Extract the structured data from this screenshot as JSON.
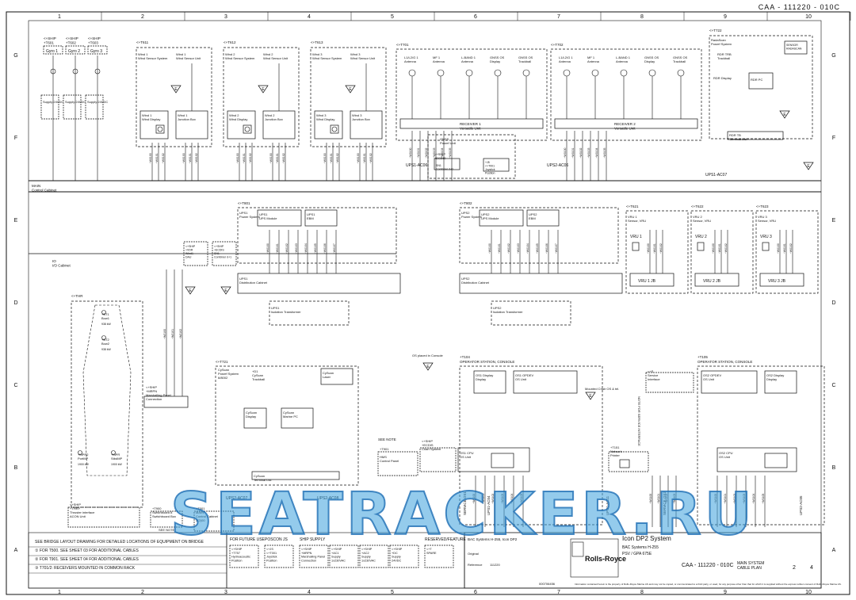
{
  "doc_number": "CAA - 111220 - 010C",
  "grid_cols": [
    "1",
    "2",
    "3",
    "4",
    "5",
    "6",
    "7",
    "8",
    "9",
    "10"
  ],
  "grid_rows": [
    "G",
    "F",
    "E",
    "D",
    "C",
    "B",
    "A"
  ],
  "units": {
    "gyros": [
      {
        "tag": "<+SHIP\n+T601",
        "name": "Gyro 1",
        "supply": "Supply 24VDC"
      },
      {
        "tag": "<+SHIP\n+T602",
        "name": "Gyro 2",
        "supply": "Supply 24VDC"
      },
      {
        "tag": "<+SHIP\n+T603",
        "name": "Gyro 3",
        "supply": "Supply 24VDC"
      }
    ],
    "winds": [
      {
        "tag": "<+T611",
        "system": "Wind 1\nWind Sensor System",
        "unit": "Wind 1\nWind Sensor Unit",
        "display": "Wind 1\nWind Display",
        "jb": "Wind 1\nJunction Box"
      },
      {
        "tag": "<+T612",
        "system": "Wind 2\nWind Sensor System",
        "unit": "Wind 2\nWind Sensor Unit",
        "display": "Wind 2\nWind Display",
        "jb": "Wind 2\nJunction Box"
      },
      {
        "tag": "<+T613",
        "system": "Wind 3\nWind Sensor System",
        "unit": "Wind 3\nWind Sensor Unit",
        "display": "Wind 3\nWind Display",
        "jb": "Wind 3\nJunction Box"
      }
    ],
    "receivers": [
      {
        "tag": "<+T701",
        "name": "RECEIVER 1\nVersatile Unit",
        "antennas": [
          "L1/L2/G 1\nAntenna",
          "MF 1\nAntenna",
          "L-BAND 1\nAntenna",
          "GNSS OS\nDisplay",
          "GNSS OS\nTrackball"
        ]
      },
      {
        "tag": "<+T702",
        "name": "RECEIVER 2\nVersatile Unit",
        "antennas": [
          "L1/L2/G 1\nAntenna",
          "MF 1\nAntenna",
          "L-BAND 1\nAntenna",
          "GNSS OS\nDisplay",
          "GNSS OS\nTrackball"
        ]
      }
    ],
    "radascan": {
      "tag": "<+T722",
      "name": "RadaScan\nPosref System",
      "sensor": "SENSOR\nRADASCAN",
      "rdr_trb": "RDR TRB\nTrackball",
      "rdr_display": "RDR Display",
      "rdr_pc": "RDR PC",
      "rdr_tb": "RDR TB\nTerminal List"
    },
    "main_cabinet": "MAIN\nControl Cabinet",
    "io_cabinet": "IO\nI/O Cabinet",
    "ups": [
      {
        "tag": "<+T801",
        "system": "UPS1\nPower System",
        "module": "UPS1\nUPS Module",
        "ebm": "UPS1\nEBM",
        "dist": "UPS1\nDistribution Cabinet",
        "iso": "UPS1\nIsolation Transformer"
      },
      {
        "tag": "<+T802",
        "system": "UPS2\nPower System",
        "module": "UPS2\nUPS Module",
        "ebm": "UPS2\nEBM",
        "dist": "UPS2\nDistribution Cabinet",
        "iso": "UPS2\nIsolation Transformer"
      }
    ],
    "vrus": [
      {
        "tag": "<+T621",
        "system": "VRU 1\nSensor, VRU",
        "name": "VRU 1",
        "jb": "VRU 1 JB"
      },
      {
        "tag": "<+T622",
        "system": "VRU 2\nSensor, VRU",
        "name": "VRU 2",
        "jb": "VRU 2 JB"
      },
      {
        "tag": "<+T623",
        "system": "VRU 3\nSensor, VRU",
        "name": "VRU 3",
        "jb": "VRU 3 JB"
      }
    ],
    "gnss_posref": "GNSS\nPosref Unit",
    "ecdis": "<+SHIP\n+ECDIS",
    "sn1": "SN1\nCombiner d+1",
    "joystick": "+J5\n<+T001\nJoystick\nPosition",
    "wind1_ship": "<+SHIP\n+VDR\nWind1\nDAU",
    "sn1_ship": "<+SHIP\n+ECDIS\nSN1\nCombiner d+1",
    "thr": "<+THR",
    "thrusters": [
      {
        "name": "+BT1\nBow1",
        "rating": "938 kW"
      },
      {
        "name": "+BT2\nBow2",
        "rating": "938 kW"
      },
      {
        "name": "+MPR2\nPortMP",
        "rating": "1900 kW"
      },
      {
        "name": "+MPR\nStbdMP",
        "rating": "1900 kW"
      }
    ],
    "marshalling": "<+SHIP\n+MRPN\nMarshalling Panel\nConnection",
    "cyscan": {
      "tag": "<+T721",
      "system": "CyScan\nPosref System\n6/8002",
      "trackball": "+D1\nCyScan\nTrackball",
      "laser": "CyScan\nLaser",
      "display": "CyScan\nDisplay",
      "pc": "CyScan\nMarine PC",
      "tb": "CyScan\nTerminal List"
    },
    "hms": {
      "note": "SEE NOTE",
      "tag": "+T901",
      "name": "HMS\nControl Panel"
    },
    "chart": "<+SHIP\n+ECDIS\nChart System",
    "os1": {
      "tag": "+T104",
      "title": "OPERATOR STATION, CONSOLE",
      "display": "OS1 Display\nDisplay",
      "opdev": "OS1 OPDEV\nOS Unit",
      "cpu": "OS1 CPU\nOS Unit"
    },
    "os2": {
      "tag": "+T105",
      "title": "OPERATOR STATION, CONSOLE",
      "opdev": "OS2 OPDEV\nOS Unit",
      "display": "OS2 Display\nDisplay",
      "cpu": "OS2 CPU\nOS Unit"
    },
    "network_printer": "+T151\nNetwork\nPrinter",
    "service": "<+S\nService\nInterface",
    "service_note": "NOTE FOR SERVICE INTERFACE",
    "os_console_note": "OS placed in Console",
    "mounted_note": "Mounted Chair OS & tel."
  },
  "cable_labels": [
    "UPS1-AC06",
    "UPS2-AC06",
    "UPS1-AC07",
    "UPS2-AC07",
    "UPS2-AC08",
    "SERVICE OS1",
    "UPS1-AC04",
    "SERVICE OS2",
    "UPS2-AC05",
    "UPS1-AC11"
  ],
  "bottom_left": {
    "thruster_interface": "<+SHIP\n+THRY\nThruster interface\nACON Unit",
    "switchboard": "+T900\nSwitchboard 8\nSwitchboard Box",
    "see_note": "SEE NOTE",
    "t001": "+T001\nMAIN\nControl Cabinet\n3(2)00"
  },
  "notes": [
    "SEE BRIDGE LAYOUT DRAWING FOR DETAILED LOCATIONS OF EQUIPMENT ON BRIDGE",
    "① FOR T500. SEE SHEET 03 FOR ADDITIONAL CABLES",
    "② FOR T901. SEE SHEET 04 FOR ADDITIONAL CABLES",
    "③ T701/2: RECEIVERS MOUNTED IN COMMON RACK"
  ],
  "legend_blocks": [
    {
      "head": "FOR FUTURE USE",
      "items": [
        "<+SHIP\n+T757\nHydroacoustic\nPosition"
      ]
    },
    {
      "head": "POSCON JS",
      "items": [
        "<+JS\n<+T001\nJoystick\nPosition"
      ]
    },
    {
      "head": "SHIP SUPPLY",
      "items": [
        "<+SHIP\n+MRPN\nMarshalling Panel\nConnection",
        "<+SHIP\n+AC1\nSupply\n1x230VAC",
        "<+SHIP\n+AC2\nSupply\n1x230VAC",
        "<+SHIP\n+DC\nSupply\n24VDC"
      ]
    },
    {
      "head": "RESERVED/FEATURE",
      "items": [
        "<+T\nSPARE"
      ]
    }
  ],
  "title_block": {
    "company": "Rolls-Royce",
    "project": "Icon DP2 System",
    "line2": "BAC Systems H-255",
    "line3": "PSV / GPA 675E",
    "drawing": "MAIN SYSTEM\nCABLE PLAN",
    "ref_left": "BAC Systems H-255, Icon DP2",
    "drawing_no": "CAA - 111220 - 010C",
    "sheet": "2",
    "sheets": "4",
    "original": "Original",
    "ref": "Reference",
    "number": "111220",
    "order_no": "000706456",
    "footer": "Information contained herein is the property of Rolls-Royce Marine AS and may not be copied, or communicated to a third party, or used, for any purpose other than that for which it is supplied without the express written consent of Rolls-Royce Marine AS."
  },
  "watermark": "SEATRACKER.RU"
}
